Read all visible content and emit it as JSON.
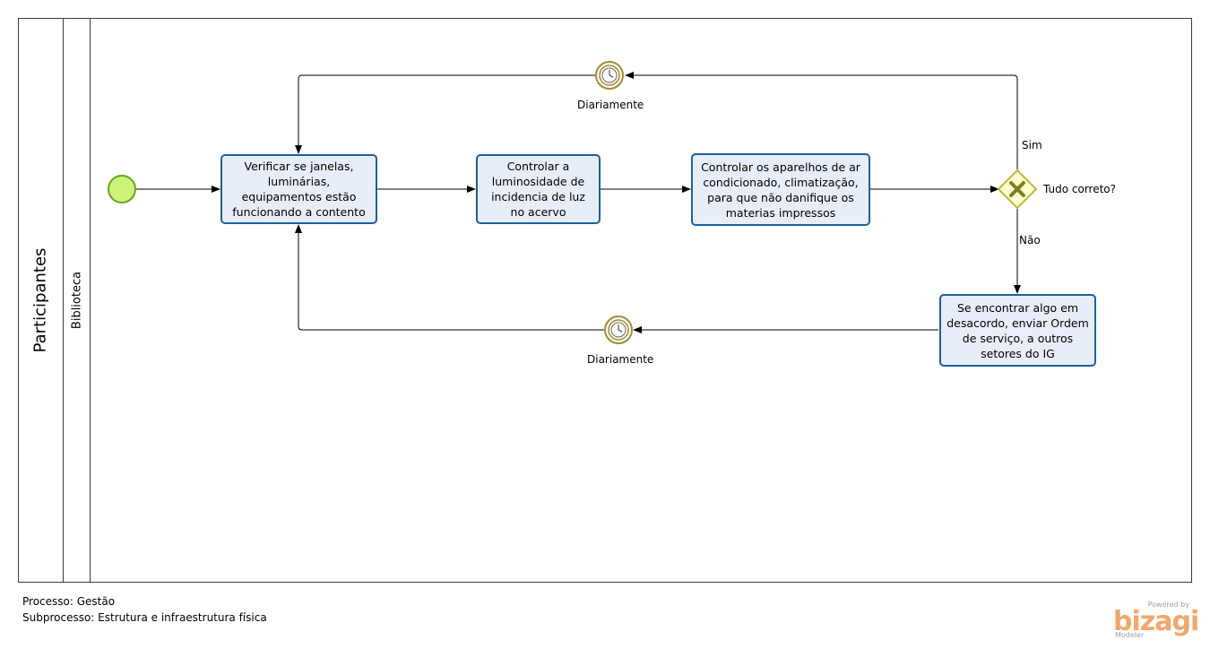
{
  "pool": {
    "title": "Participantes"
  },
  "lane": {
    "title": "Biblioteca"
  },
  "tasks": {
    "verify": "Verificar se janelas, luminárias, equipamentos estão funcionando a contento",
    "light": "Controlar a luminosidade de incidencia de luz no acervo",
    "ac": "Controlar os aparelhos de ar condicionado, climatização, para que não danifique os materias impressos",
    "order": "Se encontrar algo em desacordo, enviar Ordem de serviço, a outros setores do IG"
  },
  "gateway": {
    "label": "Tudo correto?",
    "yes": "Sim",
    "no": "Não"
  },
  "timers": {
    "top": "Diariamente",
    "bottom": "Diariamente"
  },
  "footer": {
    "process": "Processo: Gestão",
    "subprocess": "Subprocesso: Estrutura e infraestrutura física"
  },
  "logo": {
    "powered_by": "Powered by",
    "brand": "bizagi",
    "product": "Modeler"
  },
  "colors": {
    "task_fill": "#e8eef9",
    "task_border": "#1f5f9b",
    "start_fill": "#ccf27a",
    "start_border": "#6ba51c",
    "gateway_fill": "#fdfdcf",
    "gateway_border": "#b9b93a",
    "timer_border": "#a28b3a"
  }
}
